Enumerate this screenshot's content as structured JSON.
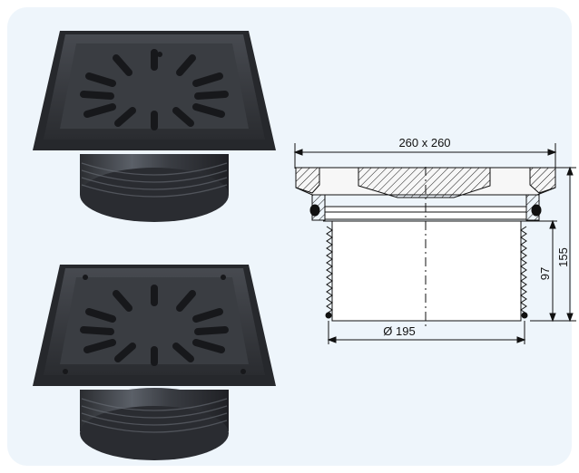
{
  "colors": {
    "panel_background": "#eef5fb",
    "product_dark": "#2f3136",
    "product_mid": "#4a4d54",
    "line": "#111111"
  },
  "drawing": {
    "overall_size_label": "260 x 260",
    "total_height_label": "155",
    "thread_height_label": "97",
    "diameter_label": "Ø 195"
  }
}
